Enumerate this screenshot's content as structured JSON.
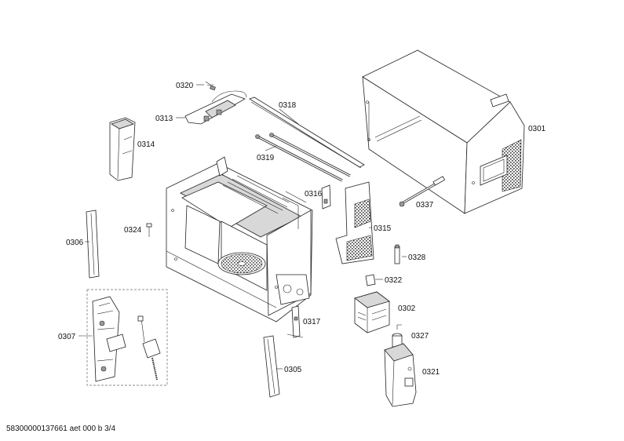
{
  "diagram": {
    "footer": "58300000137661 aet 000 b 3/4",
    "parts": [
      {
        "id": "0320"
      },
      {
        "id": "0313"
      },
      {
        "id": "0318"
      },
      {
        "id": "0314"
      },
      {
        "id": "0319"
      },
      {
        "id": "0316"
      },
      {
        "id": "0301"
      },
      {
        "id": "0337"
      },
      {
        "id": "0324"
      },
      {
        "id": "0306"
      },
      {
        "id": "0315"
      },
      {
        "id": "0328"
      },
      {
        "id": "0322"
      },
      {
        "id": "0302"
      },
      {
        "id": "0307"
      },
      {
        "id": "0317"
      },
      {
        "id": "0327"
      },
      {
        "id": "0305"
      },
      {
        "id": "0321"
      }
    ]
  }
}
